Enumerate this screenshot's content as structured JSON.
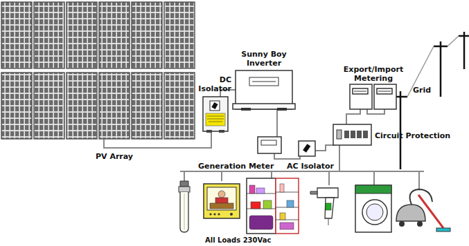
{
  "diagram": {
    "labels": [
      "DC Isolator",
      "Sunny Boy Inverter",
      "Export/Import Metering",
      "Grid",
      "Circuit Protection",
      "PV Array",
      "Generation Meter",
      "AC Isolator",
      "All Loads 230Vac"
    ]
  }
}
